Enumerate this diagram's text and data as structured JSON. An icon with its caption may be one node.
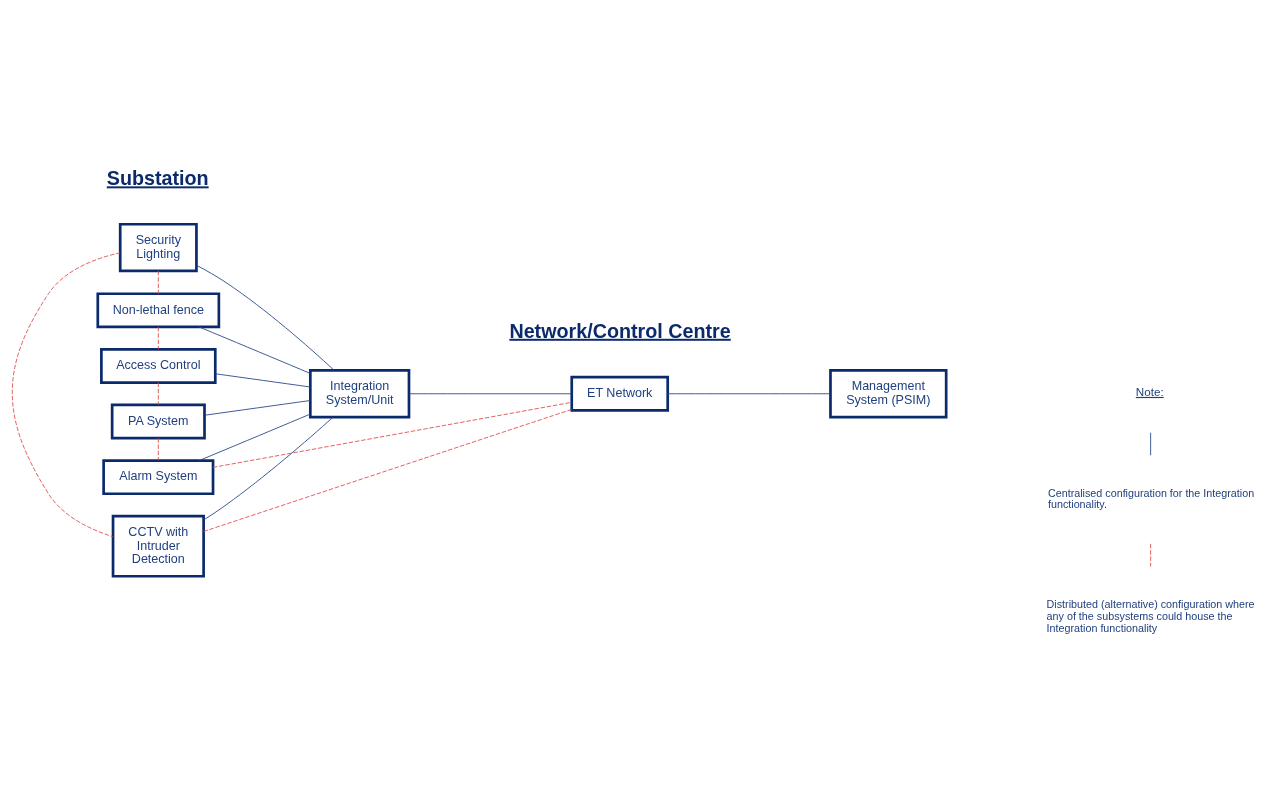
{
  "diagram": {
    "nodes": [
      {
        "text": [
          "Security Lighting"
        ]
      },
      {
        "text": [
          "CCTV with Intruder Detection"
        ]
      },
      {
        "text": [
          "Non-lethal fence"
        ]
      },
      {
        "text": [
          "Access Control"
        ]
      },
      {
        "text": [
          "PA System"
        ]
      },
      {
        "text": [
          "Alarm System"
        ]
      },
      {
        "text": [
          "Integration System/Unit"
        ]
      },
      {
        "text": [
          "ET Network"
        ]
      },
      {
        "text": [
          "Management System (PSIM)"
        ]
      }
    ],
    "edges": [
      {
        "from": 0,
        "to": 6,
        "arrow": "none"
      },
      {
        "from": 1,
        "to": 6,
        "arrow": "none"
      },
      {
        "from": 2,
        "to": 6,
        "arrow": "none"
      },
      {
        "from": 3,
        "to": 6,
        "arrow": "none"
      },
      {
        "from": 4,
        "to": 6,
        "arrow": "none"
      },
      {
        "from": 5,
        "to": 6,
        "arrow": "none"
      },
      {
        "from": 6,
        "to": 7,
        "arrow": "none"
      },
      {
        "from": 7,
        "to": 8,
        "arrow": "none"
      },
      {
        "from": 0,
        "to": 1,
        "arrow": "none",
        "style": "dashed",
        "color": "#e05050"
      },
      {
        "from": 0,
        "to": 2,
        "arrow": "none",
        "style": "dashed",
        "color": "#e05050"
      },
      {
        "from": 2,
        "to": 3,
        "arrow": "none",
        "style": "dashed",
        "color": "#e05050"
      },
      {
        "from": 3,
        "to": 4,
        "arrow": "none",
        "style": "dashed",
        "color": "#e05050"
      },
      {
        "from": 4,
        "to": 5,
        "arrow": "none",
        "style": "dashed",
        "color": "#e05050"
      },
      {
        "from": 1,
        "to": 7,
        "arrow": "none",
        "style": "dashed",
        "color": "#e05050"
      },
      {
        "from": 5,
        "to": 7,
        "arrow": "none",
        "style": "dashed",
        "color": "#e05050"
      }
    ],
    "labels": [
      "Substation",
      "Network/Control Centre",
      "Note:"
    ],
    "legend": [
      {
        "text": "Centralised configuration for the Integration functionality."
      },
      {
        "text": "Distributed (alternative) configuration where any of the subsystems could house the Integration functionality"
      }
    ]
  }
}
